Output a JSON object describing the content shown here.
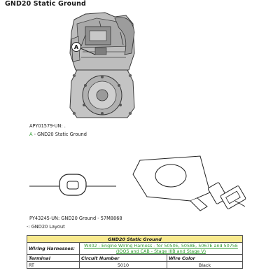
{
  "page_title": "GND20 Static Ground",
  "figure1": {
    "callout_letter": "A",
    "caption": "APY01579-UN: .",
    "legend_letter": "A",
    "legend_text": " - GND20 Static Ground"
  },
  "figure2": {
    "caption": "PY43245-UN: GND20 Ground - 57M8868",
    "layout_label": "-: GND20 Layout"
  },
  "table": {
    "header": "GND20 Static Ground",
    "wiring_label": "Wiring Harnesses:",
    "wiring_link_line1": "W402 - Engine Wiring Harness - for 5050E, 5058E, 5067E and 5075E",
    "wiring_link_line2": "(IOOS and CAB - Stage IIIB and Stage V)",
    "col_terminal": "Terminal",
    "col_circuit": "Circuit Number",
    "col_wire": "Wire Color",
    "row_terminal": "RT",
    "row_circuit": "5010",
    "row_wire": "Black"
  }
}
